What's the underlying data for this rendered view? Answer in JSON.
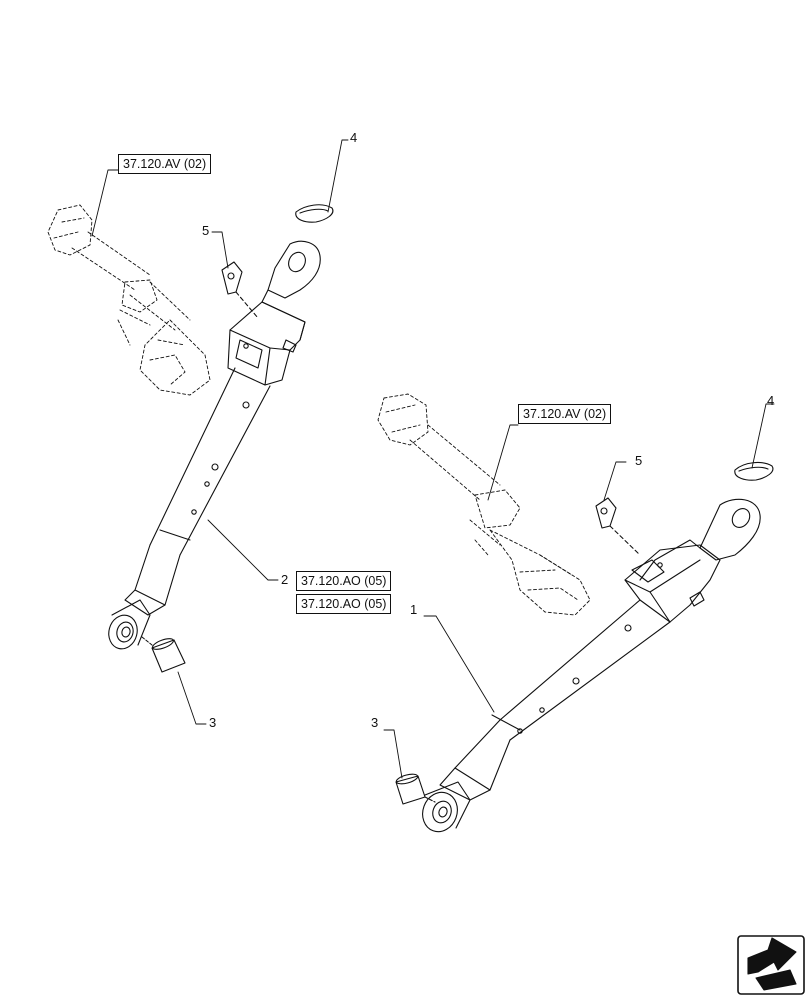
{
  "diagram": {
    "references": {
      "ref_av_left": "37.120.AV (02)",
      "ref_av_right": "37.120.AV (02)",
      "ref_ao_upper": "37.120.AO (05)",
      "ref_ao_lower": "37.120.AO (05)"
    },
    "callouts": {
      "left_4": "4",
      "left_5": "5",
      "left_2": "2",
      "left_3": "3",
      "right_4": "4",
      "right_5": "5",
      "right_1": "1",
      "right_3": "3"
    },
    "icons": {
      "nav": "next-page-arrow-icon"
    }
  }
}
